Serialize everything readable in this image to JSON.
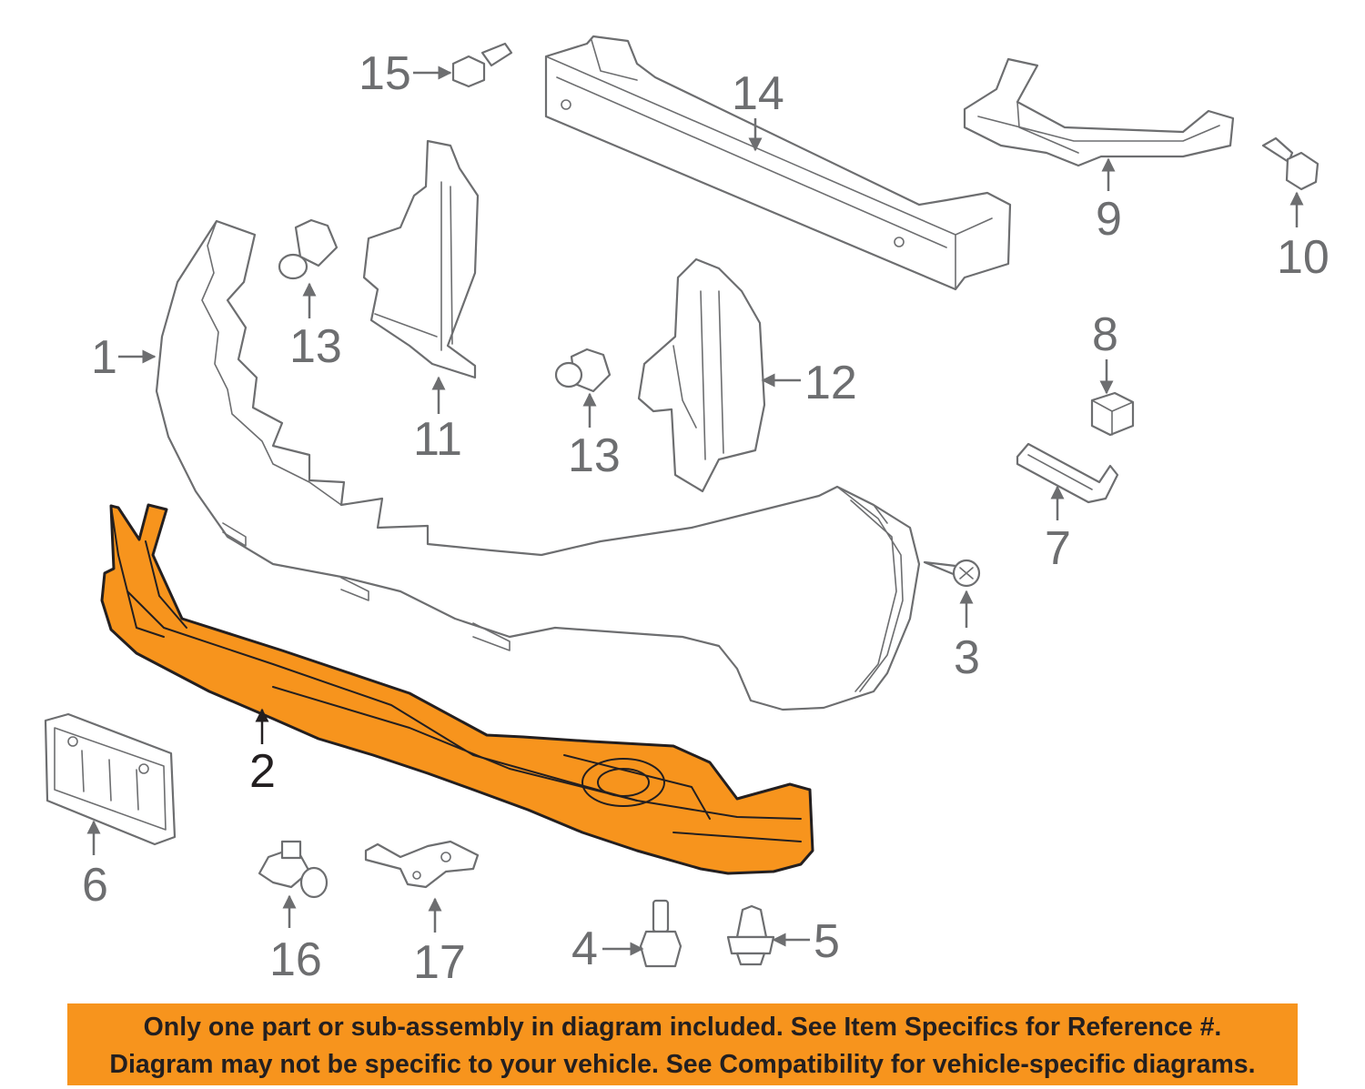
{
  "callouts": {
    "n1": "1",
    "n2": "2",
    "n3": "3",
    "n4": "4",
    "n5": "5",
    "n6": "6",
    "n7": "7",
    "n8": "8",
    "n9": "9",
    "n10": "10",
    "n11": "11",
    "n12": "12",
    "n13a": "13",
    "n13b": "13",
    "n14": "14",
    "n15": "15",
    "n16": "16",
    "n17": "17"
  },
  "highlighted_part": "2",
  "colors": {
    "highlight": "#f7941d",
    "line_art": "#6d6e70",
    "outline": "#231f20",
    "background": "#ffffff"
  },
  "banner": {
    "line1": "Only one part or sub-assembly in diagram included. See Item Specifics for Reference #.",
    "line2": "Diagram may not be specific to your vehicle. See Compatibility for vehicle-specific diagrams."
  }
}
